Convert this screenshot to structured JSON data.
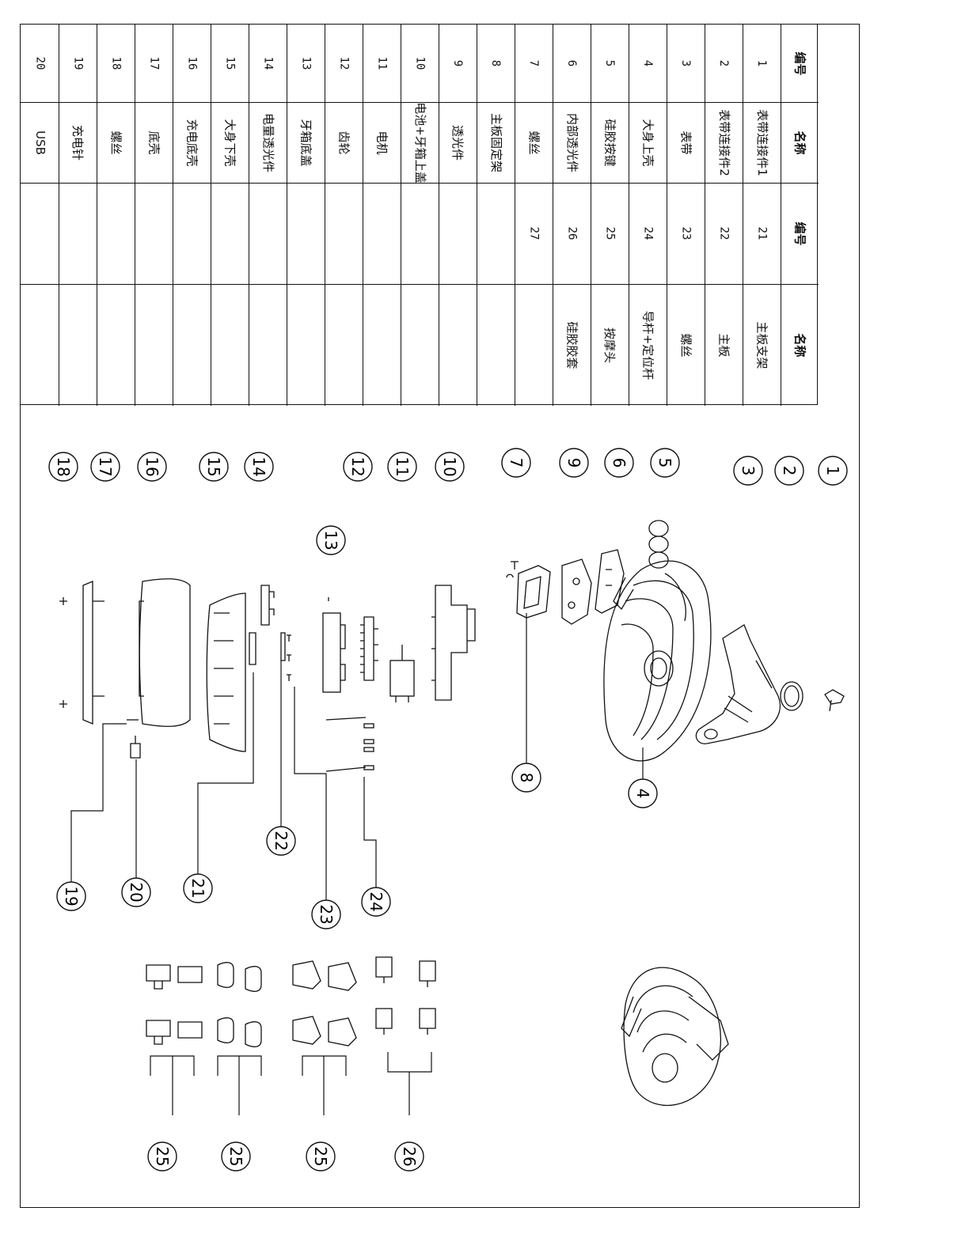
{
  "table": {
    "header": {
      "num": "编号",
      "name": "名称",
      "num2": "编号",
      "name2": "名称"
    },
    "rows": [
      {
        "num": "1",
        "name": "表带连接件1",
        "num2": "21",
        "name2": "主板支架"
      },
      {
        "num": "2",
        "name": "表带连接件2",
        "num2": "22",
        "name2": "主板"
      },
      {
        "num": "3",
        "name": "表带",
        "num2": "23",
        "name2": "螺丝"
      },
      {
        "num": "4",
        "name": "大身上壳",
        "num2": "24",
        "name2": "导杆+定位杆"
      },
      {
        "num": "5",
        "name": "硅胶按键",
        "num2": "25",
        "name2": "按摩头"
      },
      {
        "num": "6",
        "name": "内部透光件",
        "num2": "26",
        "name2": "硅胶胶套"
      },
      {
        "num": "7",
        "name": "螺丝",
        "num2": "27",
        "name2": ""
      },
      {
        "num": "8",
        "name": "主板固定架",
        "num2": "",
        "name2": ""
      },
      {
        "num": "9",
        "name": "透光件",
        "num2": "",
        "name2": ""
      },
      {
        "num": "10",
        "name": "电池+牙箱上盖",
        "num2": "",
        "name2": ""
      },
      {
        "num": "11",
        "name": "电机",
        "num2": "",
        "name2": ""
      },
      {
        "num": "12",
        "name": "齿轮",
        "num2": "",
        "name2": ""
      },
      {
        "num": "13",
        "name": "牙箱底盖",
        "num2": "",
        "name2": ""
      },
      {
        "num": "14",
        "name": "电量透光件",
        "num2": "",
        "name2": ""
      },
      {
        "num": "15",
        "name": "大身下壳",
        "num2": "",
        "name2": ""
      },
      {
        "num": "16",
        "name": "充电底壳",
        "num2": "",
        "name2": ""
      },
      {
        "num": "17",
        "name": "底壳",
        "num2": "",
        "name2": ""
      },
      {
        "num": "18",
        "name": "螺丝",
        "num2": "",
        "name2": ""
      },
      {
        "num": "19",
        "name": "充电针",
        "num2": "",
        "name2": ""
      },
      {
        "num": "20",
        "name": "USB",
        "num2": "",
        "name2": ""
      }
    ]
  },
  "callouts": [
    {
      "label": "1"
    },
    {
      "label": "2"
    },
    {
      "label": "3"
    },
    {
      "label": "5"
    },
    {
      "label": "6"
    },
    {
      "label": "9"
    },
    {
      "label": "7"
    },
    {
      "label": "10"
    },
    {
      "label": "11"
    },
    {
      "label": "12"
    },
    {
      "label": "13"
    },
    {
      "label": "14"
    },
    {
      "label": "15"
    },
    {
      "label": "16"
    },
    {
      "label": "17"
    },
    {
      "label": "18"
    },
    {
      "label": "4"
    },
    {
      "label": "8"
    },
    {
      "label": "24"
    },
    {
      "label": "23"
    },
    {
      "label": "22"
    },
    {
      "label": "21"
    },
    {
      "label": "20"
    },
    {
      "label": "19"
    },
    {
      "label": "25"
    },
    {
      "label": "25"
    },
    {
      "label": "25"
    },
    {
      "label": "26"
    }
  ]
}
